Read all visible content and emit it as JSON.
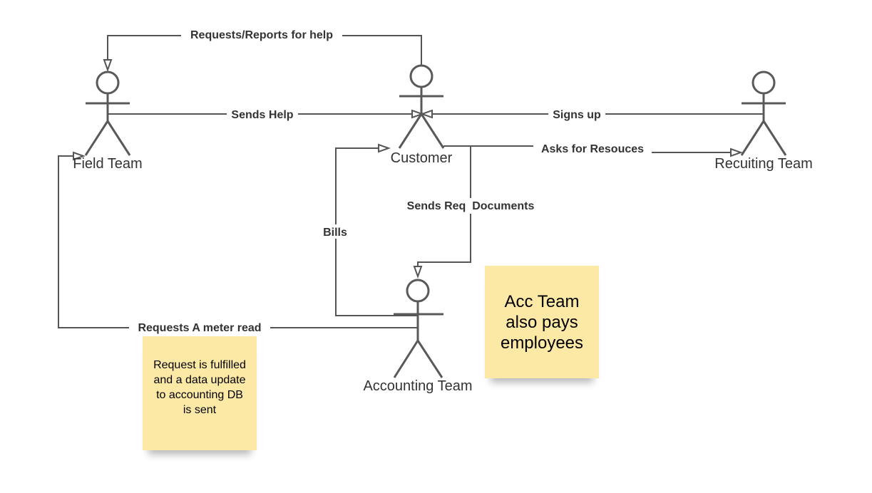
{
  "actors": {
    "field_team": "Field Team",
    "customer": "Customer",
    "recruiting_team": "Recuiting Team",
    "accounting_team": "Accounting Team"
  },
  "edges": {
    "requests_reports": "Requests/Reports for help",
    "sends_help": "Sends Help",
    "signs_up": "Signs up",
    "asks_resources": "Asks for Resouces",
    "sends_req_documents": "Sends Req  Documents",
    "bills": "Bills",
    "meter_read": "Requests A meter read"
  },
  "notes": {
    "acc_team": [
      "Acc Team",
      "also pays",
      "employees"
    ],
    "request_fulfilled": [
      "Request is fulfilled",
      "and a data update",
      "to accounting DB",
      "is sent"
    ]
  },
  "colors": {
    "line": "#555555",
    "actor": "#595959",
    "note": "#fde9a6"
  }
}
